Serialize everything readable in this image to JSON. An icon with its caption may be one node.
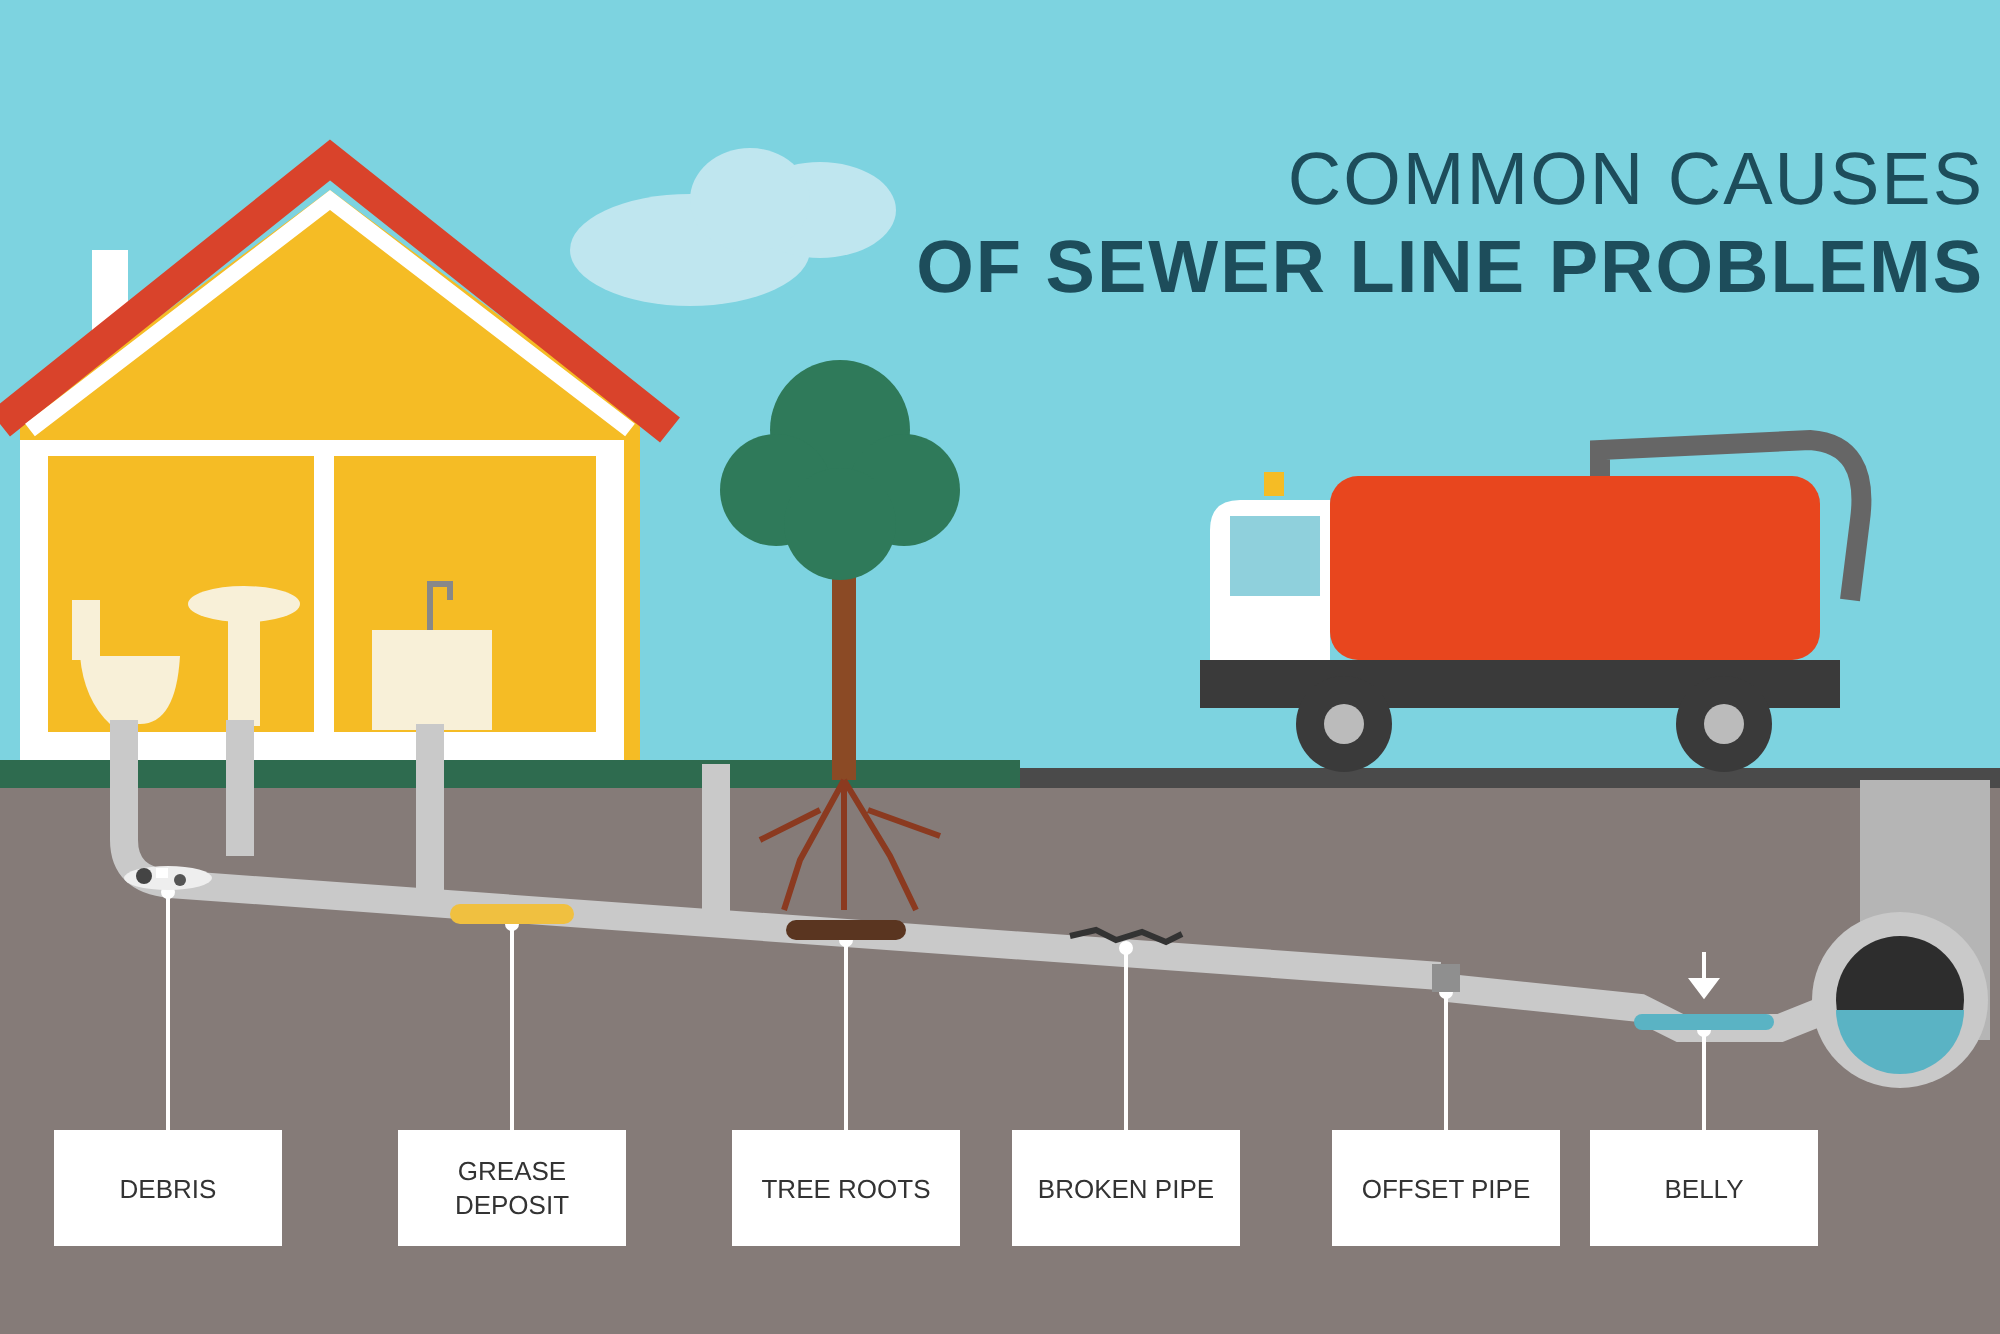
{
  "diagram": {
    "title": "COMMON CAUSES **OF SEWER LINE PROBLEMS**",
    "nodes": [
      {
        "text": [
          "DEBRIS"
        ]
      },
      {
        "text": [
          "GREASE DEPOSIT"
        ]
      },
      {
        "text": [
          "TREE ROOTS"
        ]
      },
      {
        "text": [
          "BROKEN PIPE"
        ]
      },
      {
        "text": [
          "OFFSET PIPE"
        ]
      },
      {
        "text": [
          "BELLY"
        ]
      },
      {
        "text": [],
        "shape": "picture"
      },
      {
        "text": [],
        "shape": "bar"
      },
      {
        "text": [],
        "shape": "bar"
      },
      {
        "text": [],
        "shape": "picture"
      },
      {
        "text": [],
        "shape": "box"
      },
      {
        "text": [],
        "shape": "bar"
      }
    ],
    "edges": [
      {
        "from": 0,
        "to": 6,
        "arrow": "other"
      },
      {
        "from": 1,
        "to": 7,
        "arrow": "other"
      },
      {
        "from": 2,
        "to": 8,
        "arrow": "other"
      },
      {
        "from": 3,
        "to": 9,
        "arrow": "other"
      },
      {
        "from": 4,
        "to": 10,
        "arrow": "other"
      },
      {
        "from": 5,
        "to": 11,
        "arrow": "other"
      }
    ]
  }
}
